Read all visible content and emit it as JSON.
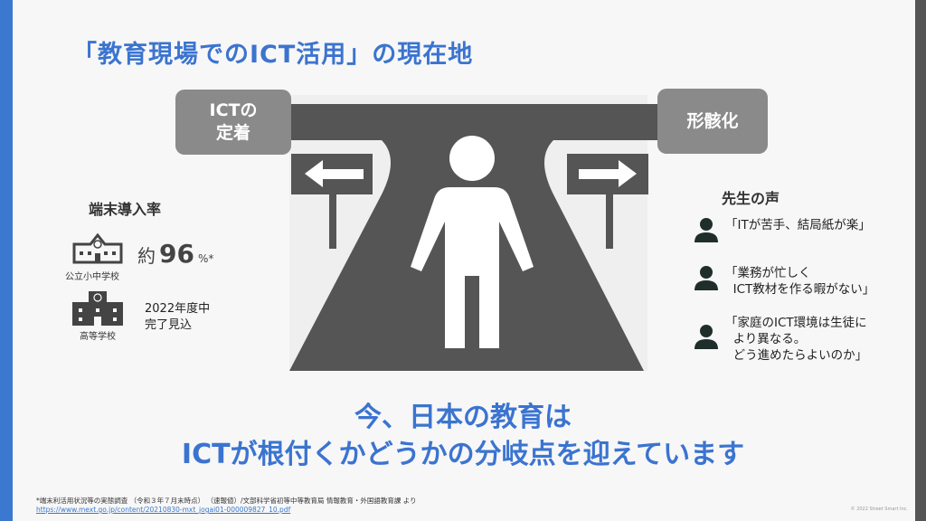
{
  "title": "「教育現場でのICT活用」の現在地",
  "signs": {
    "left": "ICTの\n定着",
    "right": "形骸化"
  },
  "device_rate": {
    "heading": "端末導入率",
    "elementary_label": "公立小中学校",
    "prefix": "約",
    "value": "96",
    "unit": "%*",
    "high_label": "高等学校",
    "high_status_1": "2022年度中",
    "high_status_2": "完了見込"
  },
  "voices": {
    "heading": "先生の声",
    "items": [
      "「ITが苦手、結局紙が楽」",
      "「業務が忙しく\n  ICT教材を作る暇がない」",
      "「家庭のICT環境は生徒に\n  より異なる。\n  どう進めたらよいのか」"
    ]
  },
  "message": {
    "line1": "今、日本の教育は",
    "line2": "ICTが根付くかどうかの分岐点を迎えています"
  },
  "footnote": "*端末利活用状況等の実態調査 （令和３年７月末時点） （速報値）/文部科学省初等中等教育局 情報教育・外国語教育課 より",
  "link": "https://www.mext.go.jp/content/20210830-mxt_jogai01-000009827_10.pdf",
  "copyright": "© 2022 Street Smart Inc.",
  "colors": {
    "accent": "#3b74d0",
    "road": "#555555",
    "sign": "#8a8a8a"
  }
}
